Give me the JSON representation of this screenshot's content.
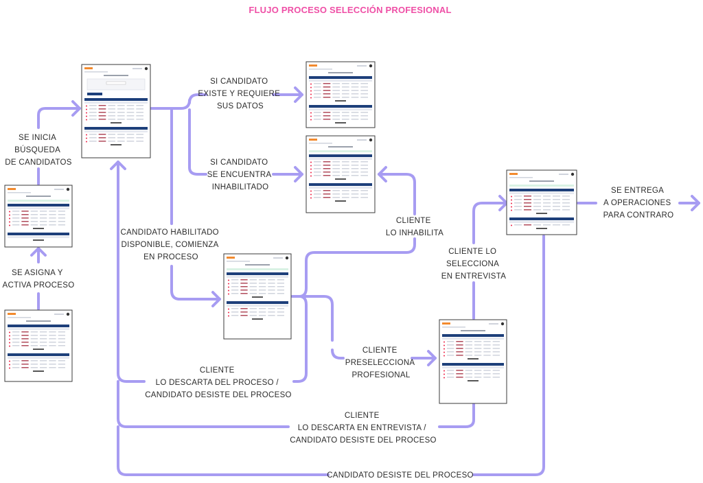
{
  "title": "FLUJO PROCESO SELECCIÓN PROFESIONAL",
  "colors": {
    "title": "#ef4fa6",
    "connector": "#a79cf2",
    "screen_header": "#1d3f7a",
    "screen_accent": "#d9f2e4",
    "screen_lines": "#cfd3dc"
  },
  "labels": {
    "se_inicia": [
      "SE INICIA",
      "BÚSQUEDA",
      "DE CANDIDATOS"
    ],
    "se_asigna": [
      "SE ASIGNA Y",
      "ACTIVA PROCESO"
    ],
    "existe": [
      "SI CANDIDATO",
      "EXISTE Y REQUIERE",
      "SUS DATOS"
    ],
    "inhabilitado": [
      "SI CANDIDATO",
      "SE ENCUENTRA",
      "INHABILITADO"
    ],
    "habilitado": [
      "CANDIDATO HABILITADO",
      "DISPONIBLE, COMIENZA",
      "EN PROCESO"
    ],
    "cliente_inhabilita": [
      "CLIENTE",
      "LO INHABILITA"
    ],
    "cliente_selecciona": [
      "CLIENTE LO",
      "SELECCIONA",
      "EN ENTREVISTA"
    ],
    "se_entrega": [
      "SE ENTREGA",
      "A OPERACIONES",
      "PARA CONTRARO"
    ],
    "preselecciona": [
      "CLIENTE",
      "PRESELECCIONA",
      "PROFESIONAL"
    ],
    "descarta_proceso": [
      "CLIENTE",
      "LO DESCARTA DEL PROCESO /",
      "CANDIDATO DESISTE DEL PROCESO"
    ],
    "descarta_entrevista": [
      "CLIENTE",
      "LO DESCARTA EN ENTREVISTA /",
      "CANDIDATO DESISTE DEL PROCESO"
    ],
    "desiste": [
      "CANDIDATO DESISTE DEL PROCESO"
    ]
  },
  "screens": [
    {
      "id": "asignar-proceso",
      "variant": "list"
    },
    {
      "id": "activar-proceso",
      "variant": "list"
    },
    {
      "id": "busqueda-candidatos",
      "variant": "search"
    },
    {
      "id": "datos-candidato",
      "variant": "table"
    },
    {
      "id": "candidato-inhabilitado",
      "variant": "table"
    },
    {
      "id": "en-proceso",
      "variant": "table"
    },
    {
      "id": "preseleccion",
      "variant": "table"
    },
    {
      "id": "seleccion-entrevista",
      "variant": "table"
    }
  ]
}
